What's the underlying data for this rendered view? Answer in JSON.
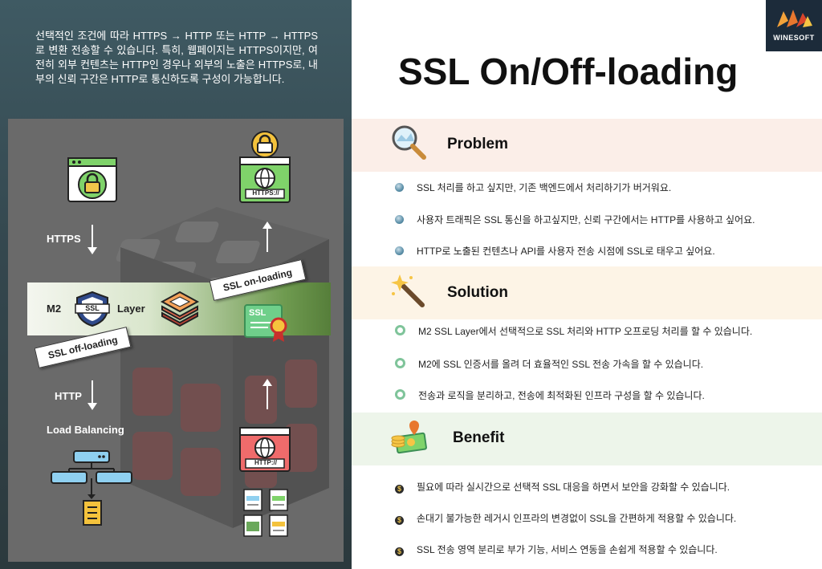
{
  "intro_text": "선택적인 조건에 따라 HTTPS → HTTP 또는 HTTP → HTTPS로 변환 전송할 수 있습니다. 특히, 웹페이지는 HTTPS이지만, 여전히 외부 컨텐츠는 HTTP인 경우나 외부의 노출은 HTTPS로, 내부의 신뢰 구간은 HTTP로 통신하도록 구성이 가능합니다.",
  "brand": {
    "logo_text": "WINESOFT",
    "accent": "#1c2b3a"
  },
  "title": "SSL On/Off-loading",
  "diagram": {
    "https_label": "HTTPS",
    "http_label": "HTTP",
    "lb_label": "Load Balancing",
    "m2_label": "M2",
    "layer_label": "Layer",
    "ssl_badge": "SSL",
    "ssl_cert": "SSL",
    "https_browser": "HTTPS://",
    "http_browser": "HTTP://",
    "on_loading_tag": "SSL on-loading",
    "off_loading_tag": "SSL off-loading"
  },
  "sections": {
    "problem": {
      "title": "Problem",
      "color": "#fbeee8",
      "items": [
        "SSL 처리를 하고 싶지만, 기존 백엔드에서 처리하기가 버거워요.",
        "사용자 트래픽은 SSL 통신을 하고싶지만, 신뢰 구간에서는 HTTP를 사용하고 싶어요.",
        "HTTP로 노출된 컨텐츠나 API를 사용자 전송 시점에 SSL로 태우고 싶어요."
      ]
    },
    "solution": {
      "title": "Solution",
      "color": "#fdf4e6",
      "items": [
        "M2 SSL Layer에서 선택적으로 SSL 처리와 HTTP 오프로딩 처리를 할 수 있습니다.",
        "M2에 SSL 인증서를 올려 더 효율적인 SSL 전송 가속을 할 수 있습니다.",
        "전송과 로직을 분리하고, 전송에 최적화된 인프라 구성을 할 수 있습니다."
      ]
    },
    "benefit": {
      "title": "Benefit",
      "color": "#edf5ea",
      "items": [
        "필요에 따라 실시간으로 선택적 SSL 대응을 하면서 보안을 강화할 수 있습니다.",
        "손대기 불가능한 레거시 인프라의 변경없이 SSL을 간편하게 적용할 수 있습니다.",
        "SSL 전송 영역 분리로 부가 기능, 서비스 연동을 손쉽게 적용할 수 있습니다."
      ]
    }
  }
}
